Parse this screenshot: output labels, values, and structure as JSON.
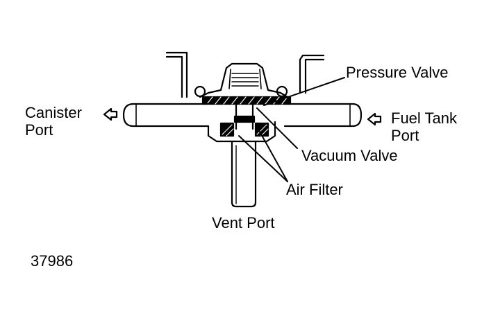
{
  "diagram": {
    "labels": {
      "pressure_valve": "Pressure Valve",
      "canister_port_line1": "Canister",
      "canister_port_line2": "Port",
      "fuel_tank_port_line1": "Fuel Tank",
      "fuel_tank_port_line2": "Port",
      "vacuum_valve": "Vacuum Valve",
      "air_filter": "Air Filter",
      "vent_port": "Vent Port"
    },
    "figure_number": "37986"
  },
  "colors": {
    "ink": "#000000",
    "background": "#ffffff"
  }
}
